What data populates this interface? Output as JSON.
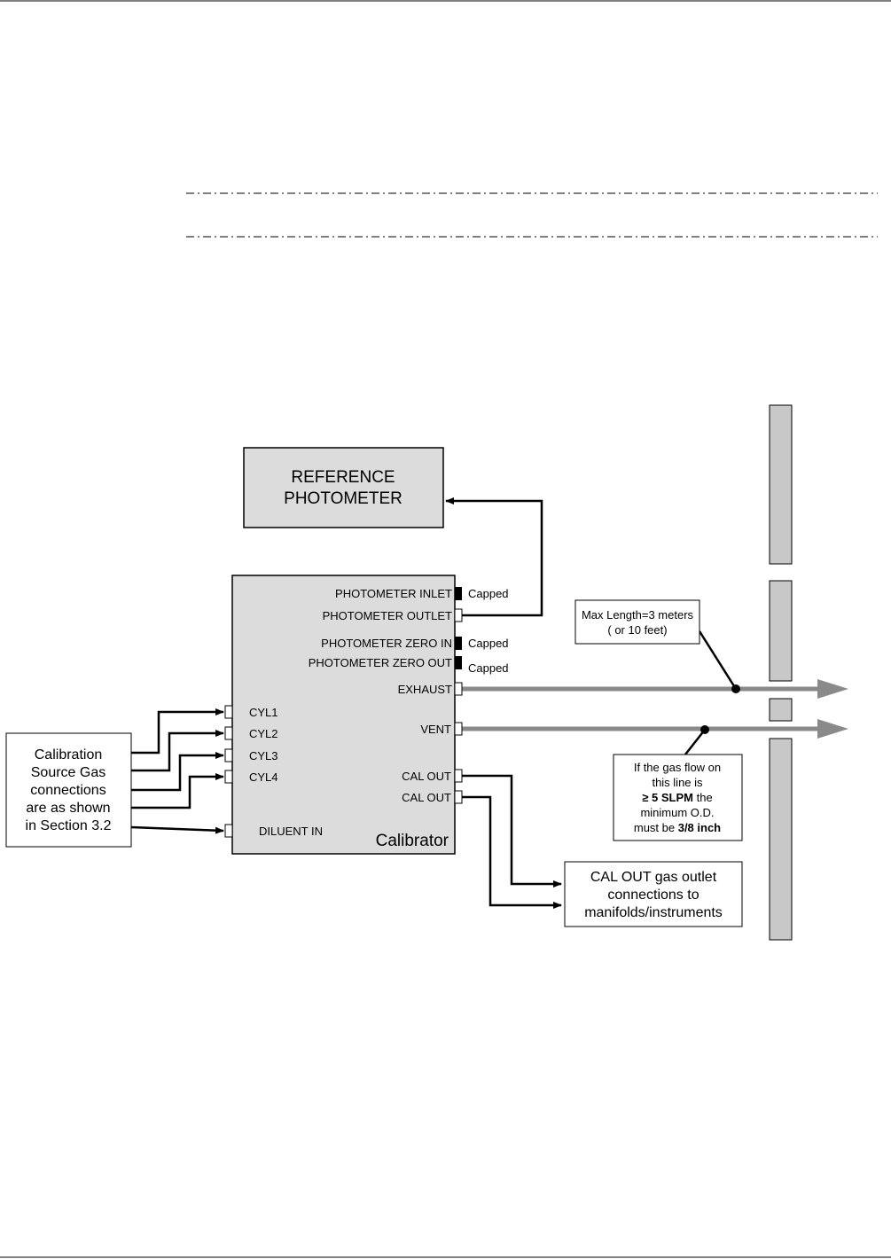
{
  "reference_photometer": {
    "line1": "REFERENCE",
    "line2": "PHOTOMETER"
  },
  "calibrator": {
    "label": "Calibrator",
    "ports": {
      "photometer_inlet": "PHOTOMETER INLET",
      "photometer_outlet": "PHOTOMETER OUTLET",
      "photometer_zero_in": "PHOTOMETER ZERO IN",
      "photometer_zero_out": "PHOTOMETER ZERO OUT",
      "exhaust": "EXHAUST",
      "vent": "VENT",
      "cal_out_1": "CAL OUT",
      "cal_out_2": "CAL OUT",
      "cyl1": "CYL1",
      "cyl2": "CYL2",
      "cyl3": "CYL3",
      "cyl4": "CYL4",
      "diluent_in": "DILUENT IN"
    }
  },
  "caps": {
    "inlet": "Capped",
    "zero_in": "Capped",
    "zero_out": "Capped"
  },
  "max_length_note": {
    "line1": "Max Length=3 meters",
    "line2": "( or 10 feet)"
  },
  "source_gas_note": {
    "line1": "Calibration",
    "line2": "Source Gas",
    "line3": "connections",
    "line4": "are as shown",
    "line5": "in Section 3.2"
  },
  "gas_flow_note": {
    "line1": "If the gas flow on",
    "line2": "this line is",
    "line3_strong": "≥ 5 SLPM",
    "line3_rest": " the",
    "line4": "minimum O.D.",
    "line5_pre": "must be ",
    "line5_strong": "3/8 inch"
  },
  "cal_out_note": {
    "line1": "CAL OUT gas outlet",
    "line2": "connections to",
    "line3": "manifolds/instruments"
  },
  "colors": {
    "box_fill": "#dcdcdc",
    "wall_fill": "#c8c8c8",
    "gray_line": "#8a8a8a",
    "black": "#000000"
  }
}
